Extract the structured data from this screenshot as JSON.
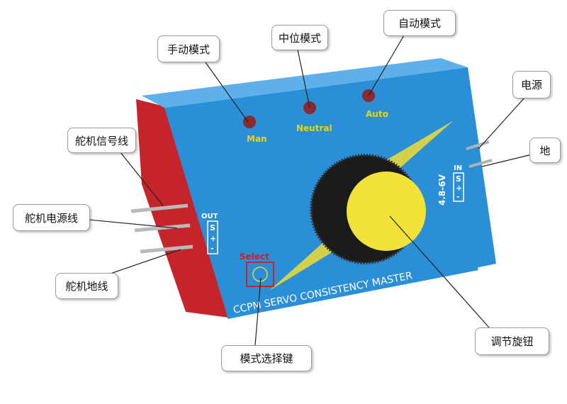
{
  "device": {
    "led_labels": [
      "Man",
      "Neutral",
      "Auto"
    ],
    "out_label": "OUT",
    "out_pins": [
      "S",
      "+",
      "-"
    ],
    "in_label": "IN",
    "in_pins": [
      "S",
      "+",
      "-"
    ],
    "voltage": "4.8-6V",
    "select_label": "Select",
    "product_name": "CCPM SERVO CONSISTENCY MASTER"
  },
  "callouts": {
    "manual_mode": "手动模式",
    "neutral_mode": "中位模式",
    "auto_mode": "自动模式",
    "power": "电源",
    "ground": "地",
    "servo_signal": "舵机信号线",
    "servo_power": "舵机电源线",
    "servo_ground": "舵机地线",
    "mode_select": "模式选择键",
    "adjust_knob": "调节旋钮"
  },
  "colors": {
    "body": "#2a8fd6",
    "top": "#5fb0e8",
    "knob": "#1a1a1a",
    "cap": "#f2e23a",
    "led_text": "#e8d21a"
  }
}
